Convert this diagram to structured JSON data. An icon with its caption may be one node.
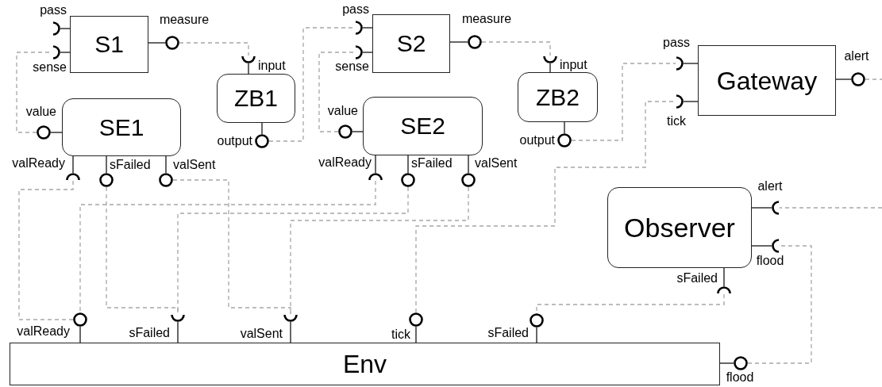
{
  "diagram": {
    "nodes": [
      {
        "text": [
          "S1"
        ]
      },
      {
        "text": [],
        "shape": "semicircle",
        "beside": [
          "pass"
        ]
      },
      {
        "text": [],
        "shape": "semicircle",
        "beside": [
          "sense"
        ]
      },
      {
        "text": [],
        "shape": "circle",
        "beside": [
          "measure"
        ]
      },
      {
        "text": [
          "S2"
        ]
      },
      {
        "text": [],
        "shape": "semicircle",
        "beside": [
          "pass"
        ]
      },
      {
        "text": [],
        "shape": "semicircle",
        "beside": [
          "sense"
        ]
      },
      {
        "text": [],
        "shape": "circle",
        "beside": [
          "measure"
        ]
      },
      {
        "text": [
          "ZB1"
        ]
      },
      {
        "text": [],
        "shape": "semicircle",
        "beside": [
          "input"
        ]
      },
      {
        "text": [],
        "shape": "circle",
        "beside": [
          "output"
        ]
      },
      {
        "text": [
          "ZB2"
        ]
      },
      {
        "text": [],
        "shape": "semicircle",
        "beside": [
          "input"
        ]
      },
      {
        "text": [],
        "shape": "circle",
        "beside": [
          "output"
        ]
      },
      {
        "text": [
          "Gateway"
        ]
      },
      {
        "text": [],
        "shape": "semicircle",
        "beside": [
          "pass"
        ]
      },
      {
        "text": [],
        "shape": "semicircle",
        "beside": [
          "tick"
        ]
      },
      {
        "text": [],
        "shape": "circle",
        "beside": [
          "alert"
        ]
      },
      {
        "text": [
          "SE1"
        ]
      },
      {
        "text": [],
        "shape": "circle",
        "beside": [
          "value"
        ]
      },
      {
        "text": [],
        "shape": "semicircle",
        "beside": [
          "valReady"
        ]
      },
      {
        "text": [],
        "shape": "circle",
        "beside": [
          "sFailed"
        ]
      },
      {
        "text": [],
        "shape": "circle",
        "beside": [
          "valSent"
        ]
      },
      {
        "text": [
          "SE2"
        ]
      },
      {
        "text": [],
        "shape": "circle",
        "beside": [
          "value"
        ]
      },
      {
        "text": [],
        "shape": "semicircle",
        "beside": [
          "valReady"
        ]
      },
      {
        "text": [],
        "shape": "circle",
        "beside": [
          "sFailed"
        ]
      },
      {
        "text": [],
        "shape": "circle",
        "beside": [
          "valSent"
        ]
      },
      {
        "text": [
          "Observer"
        ]
      },
      {
        "text": [],
        "shape": "semicircle",
        "beside": [
          "alert"
        ]
      },
      {
        "text": [],
        "shape": "semicircle",
        "beside": [
          "flood"
        ]
      },
      {
        "text": [],
        "shape": "semicircle",
        "beside": [
          "sFailed"
        ]
      },
      {
        "text": [
          "Env"
        ]
      },
      {
        "text": [],
        "shape": "circle",
        "beside": [
          "valReady"
        ]
      },
      {
        "text": [],
        "shape": "semicircle",
        "beside": [
          "sFailed"
        ]
      },
      {
        "text": [],
        "shape": "semicircle",
        "beside": [
          "valSent"
        ]
      },
      {
        "text": [],
        "shape": "circle",
        "beside": [
          "tick"
        ]
      },
      {
        "text": [],
        "shape": "circle",
        "beside": [
          "sFailed"
        ]
      },
      {
        "text": [],
        "shape": "circle",
        "beside": [
          "flood"
        ]
      }
    ],
    "edges": [
      {
        "from": 0,
        "to": 1,
        "arrow": "none"
      },
      {
        "from": 0,
        "to": 2,
        "arrow": "none"
      },
      {
        "from": 0,
        "to": 3,
        "arrow": "none"
      },
      {
        "from": 4,
        "to": 5,
        "arrow": "none"
      },
      {
        "from": 4,
        "to": 6,
        "arrow": "none"
      },
      {
        "from": 4,
        "to": 7,
        "arrow": "none"
      },
      {
        "from": 8,
        "to": 9,
        "arrow": "none"
      },
      {
        "from": 8,
        "to": 10,
        "arrow": "none"
      },
      {
        "from": 11,
        "to": 12,
        "arrow": "none"
      },
      {
        "from": 11,
        "to": 13,
        "arrow": "none"
      },
      {
        "from": 14,
        "to": 15,
        "arrow": "none"
      },
      {
        "from": 14,
        "to": 16,
        "arrow": "none"
      },
      {
        "from": 14,
        "to": 17,
        "arrow": "none"
      },
      {
        "from": 18,
        "to": 19,
        "arrow": "none"
      },
      {
        "from": 18,
        "to": 20,
        "arrow": "none"
      },
      {
        "from": 18,
        "to": 21,
        "arrow": "none"
      },
      {
        "from": 18,
        "to": 22,
        "arrow": "none"
      },
      {
        "from": 23,
        "to": 24,
        "arrow": "none"
      },
      {
        "from": 23,
        "to": 25,
        "arrow": "none"
      },
      {
        "from": 23,
        "to": 26,
        "arrow": "none"
      },
      {
        "from": 23,
        "to": 27,
        "arrow": "none"
      },
      {
        "from": 28,
        "to": 29,
        "arrow": "none"
      },
      {
        "from": 28,
        "to": 30,
        "arrow": "none"
      },
      {
        "from": 28,
        "to": 31,
        "arrow": "none"
      },
      {
        "from": 32,
        "to": 33,
        "arrow": "none"
      },
      {
        "from": 32,
        "to": 34,
        "arrow": "none"
      },
      {
        "from": 32,
        "to": 35,
        "arrow": "none"
      },
      {
        "from": 32,
        "to": 36,
        "arrow": "none"
      },
      {
        "from": 32,
        "to": 37,
        "arrow": "none"
      },
      {
        "from": 32,
        "to": 38,
        "arrow": "none"
      },
      {
        "from": 3,
        "to": 9,
        "arrow": "none",
        "style": "dashed",
        "color": "#a6a6a6"
      },
      {
        "from": 10,
        "to": 5,
        "arrow": "none",
        "style": "dashed",
        "color": "#a6a6a6"
      },
      {
        "from": 19,
        "to": 2,
        "arrow": "none",
        "style": "dashed",
        "color": "#a6a6a6"
      },
      {
        "from": 24,
        "to": 6,
        "arrow": "none",
        "style": "dashed",
        "color": "#a6a6a6"
      },
      {
        "from": 7,
        "to": 12,
        "arrow": "none",
        "style": "dashed",
        "color": "#a6a6a6"
      },
      {
        "from": 13,
        "to": 15,
        "arrow": "none",
        "style": "dashed",
        "color": "#a6a6a6"
      },
      {
        "from": 36,
        "to": 16,
        "arrow": "none",
        "style": "dashed",
        "color": "#a6a6a6"
      },
      {
        "from": 20,
        "to": 33,
        "arrow": "none",
        "style": "dashed",
        "color": "#a6a6a6"
      },
      {
        "from": 25,
        "to": 33,
        "arrow": "none",
        "style": "dashed",
        "color": "#a6a6a6"
      },
      {
        "from": 21,
        "to": 34,
        "arrow": "none",
        "style": "dashed",
        "color": "#a6a6a6"
      },
      {
        "from": 26,
        "to": 34,
        "arrow": "none",
        "style": "dashed",
        "color": "#a6a6a6"
      },
      {
        "from": 22,
        "to": 35,
        "arrow": "none",
        "style": "dashed",
        "color": "#a6a6a6"
      },
      {
        "from": 27,
        "to": 35,
        "arrow": "none",
        "style": "dashed",
        "color": "#a6a6a6"
      },
      {
        "from": 31,
        "to": 37,
        "arrow": "none",
        "style": "dashed",
        "color": "#a6a6a6"
      },
      {
        "from": 38,
        "to": 30,
        "arrow": "none",
        "style": "dashed",
        "color": "#a6a6a6"
      },
      {
        "from": 17,
        "to": null,
        "arrow": "none",
        "style": "dashed",
        "color": "#a6a6a6"
      },
      {
        "from": null,
        "to": 29,
        "arrow": "none",
        "style": "dashed",
        "color": "#a6a6a6"
      }
    ]
  }
}
